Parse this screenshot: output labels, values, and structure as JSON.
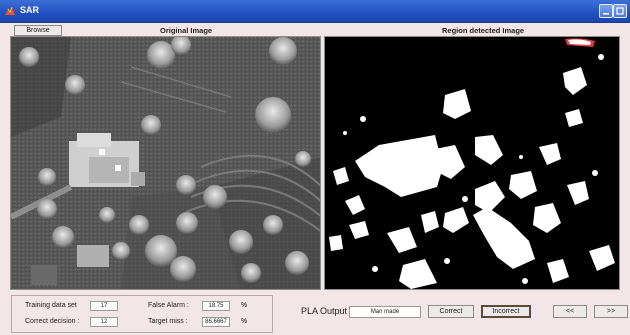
{
  "window": {
    "title": "SAR"
  },
  "toolbar": {
    "browse_label": "Browse"
  },
  "panels": {
    "original_title": "Original Image",
    "region_title": "Region detected Image"
  },
  "stats": {
    "training_label": "Training data set",
    "training_value": "17",
    "correct_label": "Correct decision :",
    "correct_value": "12",
    "false_alarm_label": "False Alarm :",
    "false_alarm_value": "18.75",
    "false_alarm_unit": "%",
    "target_miss_label": "Target miss :",
    "target_miss_value": "86.6667",
    "target_miss_unit": "%"
  },
  "pla": {
    "label": "PLA Output",
    "value": "Man made",
    "correct_label": "Correct",
    "incorrect_label": "Incorrect"
  },
  "nav": {
    "prev_label": "<<",
    "next_label": ">>"
  },
  "colors": {
    "titlebar": "#2250c0",
    "background": "#f2e6e6"
  }
}
